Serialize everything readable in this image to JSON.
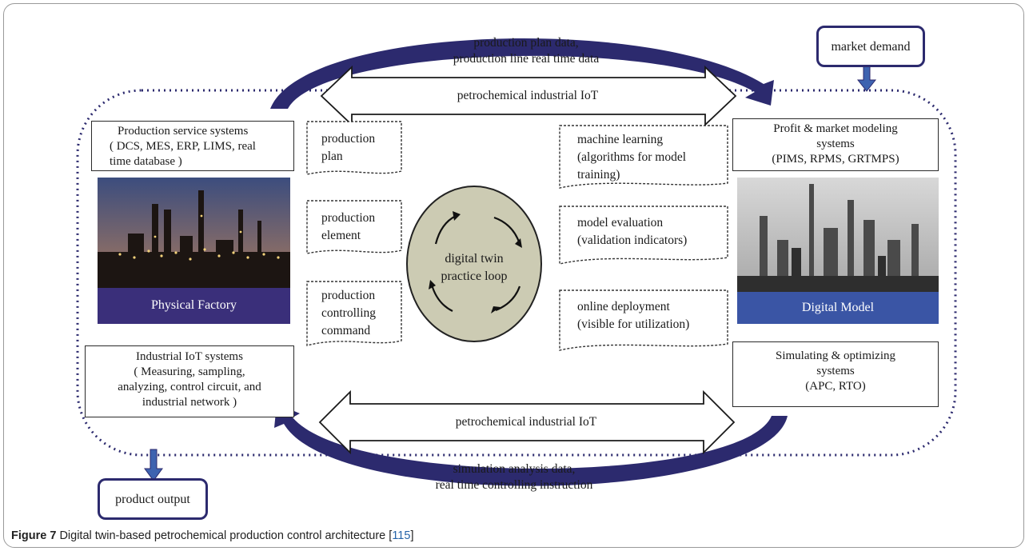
{
  "top_flow": {
    "line1": "production plan data,",
    "line2": "production line real time data"
  },
  "bottom_flow": {
    "line1": "simulation analysis data,",
    "line2": "real time controlling instruction"
  },
  "iot_top": "petrochemical industrial IoT",
  "iot_bottom": "petrochemical industrial IoT",
  "market_demand": "market demand",
  "product_output": "product output",
  "production_service": {
    "title": "Production service systems",
    "detail1": "( DCS, MES, ERP, LIMS, real",
    "detail2": "time database )"
  },
  "industrial_iot": {
    "title": "Industrial IoT systems",
    "detail1": "( Measuring, sampling,",
    "detail2": "analyzing, control circuit, and",
    "detail3": "industrial network )"
  },
  "profit_market": {
    "title1": "Profit & market modeling",
    "title2": "systems",
    "detail": "(PIMS, RPMS, GRTMPS)"
  },
  "simulating": {
    "title1": "Simulating & optimizing",
    "title2": "systems",
    "detail": "(APC, RTO)"
  },
  "physical_factory": "Physical Factory",
  "digital_model": "Digital Model",
  "left_docs": [
    {
      "line1": "production",
      "line2": "plan",
      "line3": ""
    },
    {
      "line1": "production",
      "line2": "element",
      "line3": ""
    },
    {
      "line1": "production",
      "line2": "controlling",
      "line3": "command"
    }
  ],
  "right_docs": [
    {
      "line1": "machine learning",
      "line2": "(algorithms for model",
      "line3": "training)"
    },
    {
      "line1": "model evaluation",
      "line2": "(validation indicators)",
      "line3": ""
    },
    {
      "line1": "online deployment",
      "line2": "(visible for utilization)",
      "line3": ""
    }
  ],
  "loop": {
    "line1": "digital twin",
    "line2": "practice loop"
  },
  "caption": {
    "figure": "Figure 7",
    "text": "Digital twin-based petrochemical production control architecture [",
    "ref": "115",
    "close": "]"
  },
  "colors": {
    "navy": "#2c2a6e",
    "caption_bar": "#3a2f7a",
    "loop_fill": "#cccbb3",
    "link": "#2563a8"
  }
}
